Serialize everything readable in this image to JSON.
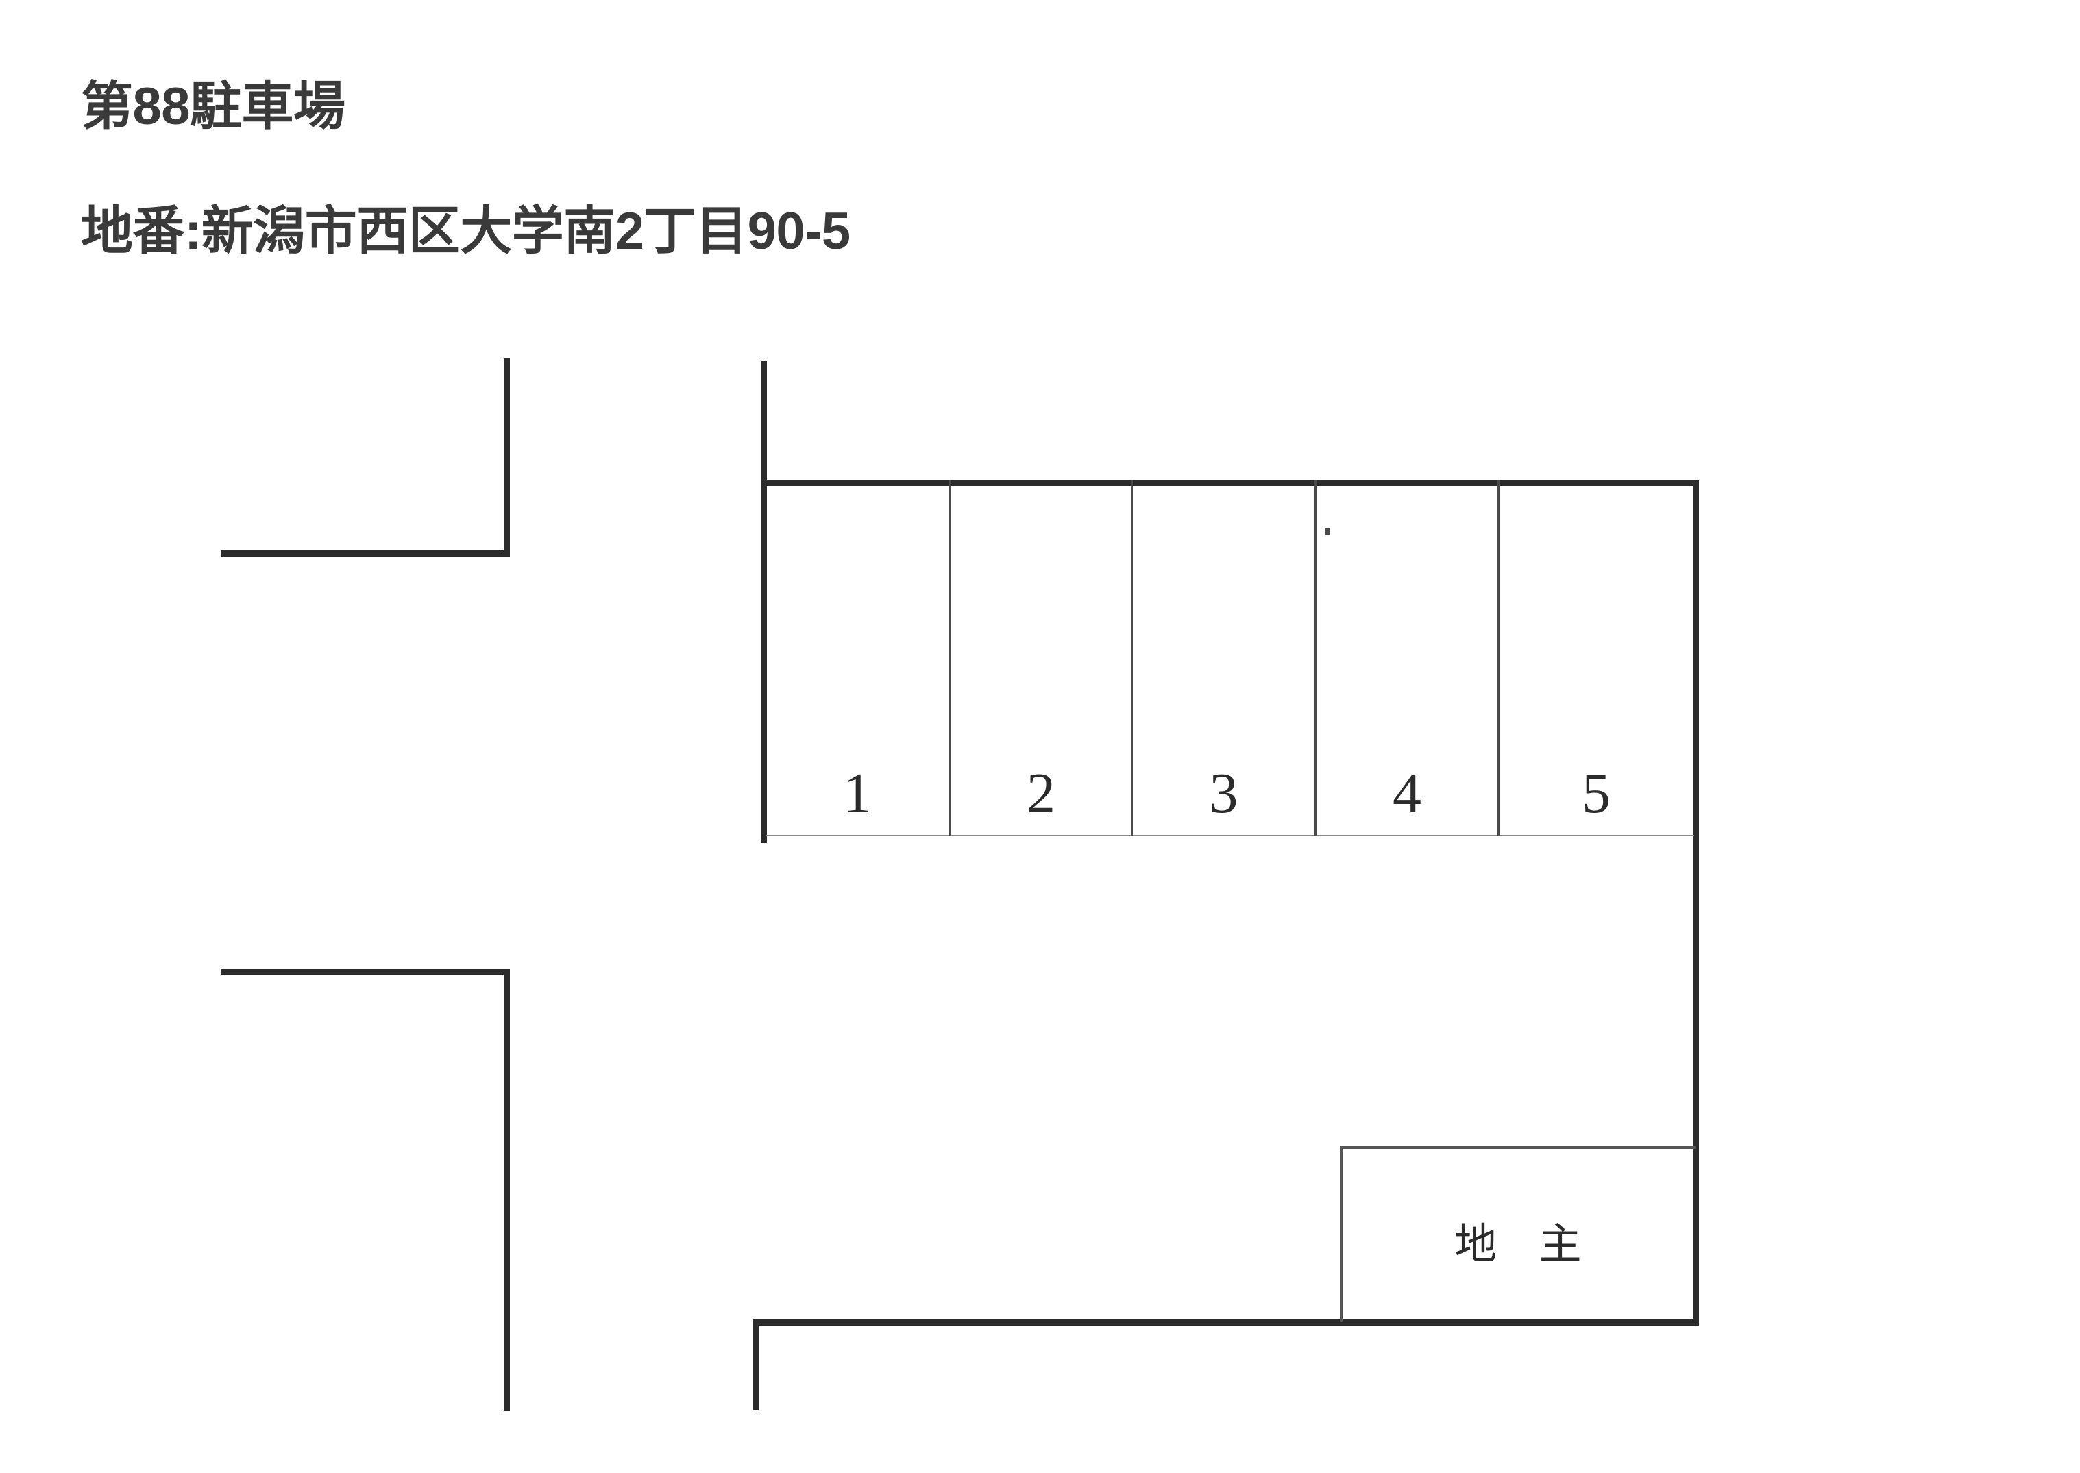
{
  "document": {
    "title": "第88駐車場",
    "address_line": "地番:新潟市西区大学南2丁目90-5"
  },
  "diagram": {
    "kind": "parking-lot-site-plan",
    "ink_color": "#2b2b2b",
    "background_color": "#ffffff",
    "stalls": [
      {
        "number": "1"
      },
      {
        "number": "2"
      },
      {
        "number": "3"
      },
      {
        "number": "4"
      },
      {
        "number": "5"
      }
    ],
    "owner_area": {
      "label": "地 主"
    }
  }
}
